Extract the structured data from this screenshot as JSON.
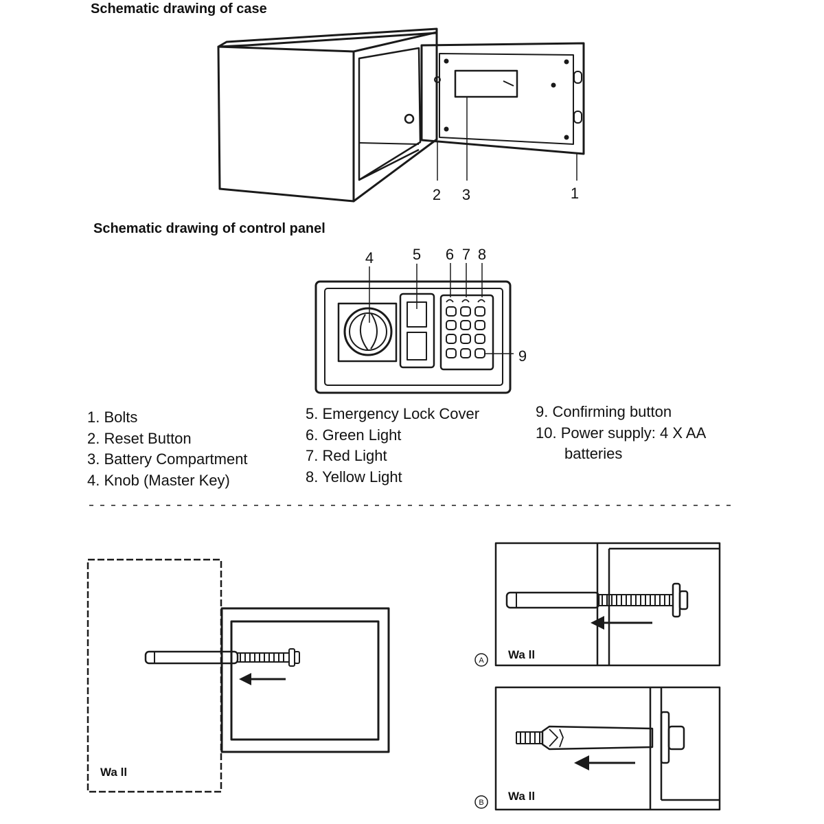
{
  "headings": {
    "case_drawing": "Schematic drawing of case",
    "panel_drawing": "Schematic drawing of control panel"
  },
  "callouts": {
    "c1": "1",
    "c2": "2",
    "c3": "3",
    "c4": "4",
    "c5": "5",
    "c6": "6",
    "c7": "7",
    "c8": "8",
    "c9": "9"
  },
  "legend": {
    "col1": [
      "1. Bolts",
      "2. Reset Button",
      "3. Battery Compartment",
      "4. Knob (Master Key)"
    ],
    "col2": [
      "5. Emergency Lock Cover",
      "6. Green Light",
      "7. Red Light",
      "8. Yellow Light"
    ],
    "col3": [
      "9. Confirming button",
      "10. Power supply: 4 X AA",
      "batteries"
    ]
  },
  "installation": {
    "wall_label_left": "Wa ll",
    "wall_label_a": "Wa ll",
    "wall_label_b": "Wa ll",
    "step_a": "A",
    "step_b": "B"
  },
  "colors": {
    "line": "#1a1a1a",
    "paper": "#ffffff"
  }
}
